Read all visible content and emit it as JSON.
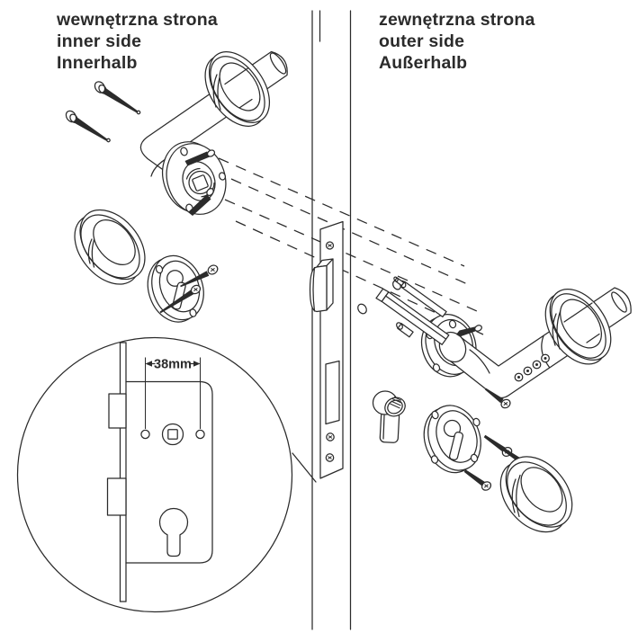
{
  "page": {
    "background": "#ffffff",
    "ink_color": "#2b2b2b"
  },
  "labels": {
    "inner_side": {
      "pl": "wewnętrzna strona",
      "en": "inner side",
      "de": "Innerhalb"
    },
    "outer_side": {
      "pl": "zewnętrzna strona",
      "en": "outer side",
      "de": "Außerhalb"
    }
  },
  "detail_view": {
    "dimension": "38mm"
  },
  "parts": {
    "inner_side": [
      "lever-handle",
      "rose-cover-ring",
      "mounting-rosette",
      "fixing-bolts",
      "cover-ring",
      "keyhole-escutcheon",
      "escutcheon-screws"
    ],
    "door": [
      "door-edge",
      "lock-faceplate",
      "latch-bolt",
      "faceplate-screws"
    ],
    "outer_side": [
      "lever-handle",
      "rose-cover-ring",
      "mounting-rosette",
      "spindle-and-posts",
      "fixing-screw",
      "euro-cylinder",
      "keyhole-escutcheon",
      "escutcheon-screws",
      "cover-ring"
    ],
    "detail_circle": [
      "mortise-lock-body",
      "latch-bolt",
      "deadbolt",
      "spindle-hub",
      "bolt-holes",
      "euro-keyhole"
    ]
  }
}
